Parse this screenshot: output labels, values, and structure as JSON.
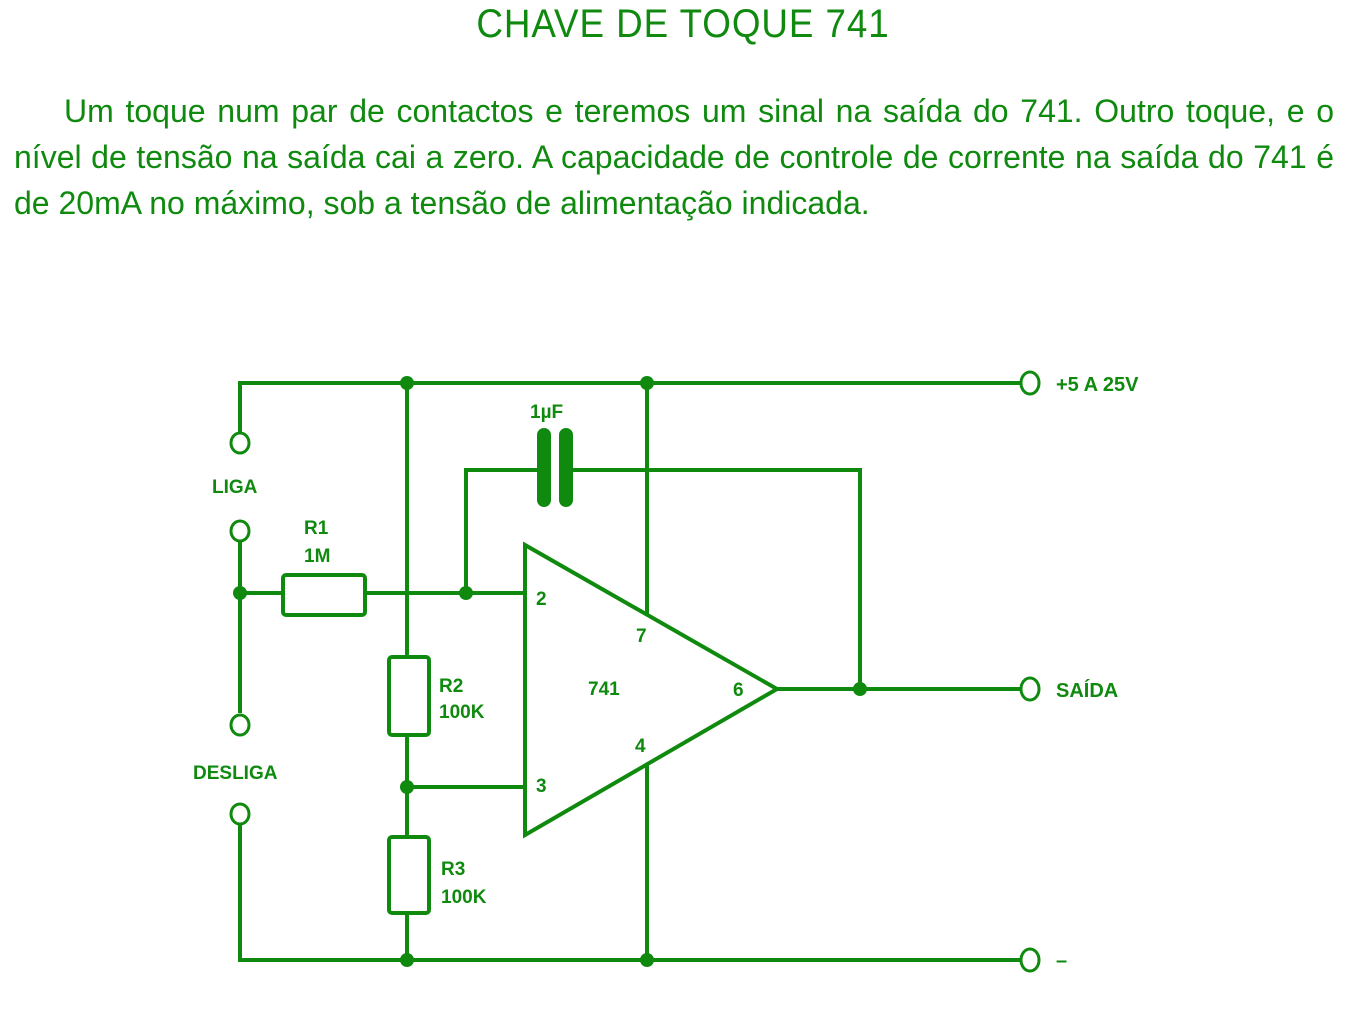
{
  "title": "CHAVE DE TOQUE 741",
  "paragraph": "Um toque num par de contactos e teremos um sinal na saída do 741. Outro toque, e o nível de tensão na saída cai a zero. A capacidade de controle de corrente na saída do 741 é de 20mA no máximo, sob a tensão de alimentação indicada.",
  "colors": {
    "ink": "#0f8a0f",
    "background": "#ffffff"
  },
  "schematic": {
    "components": {
      "r1": {
        "name": "R1",
        "value": "1M"
      },
      "r2": {
        "name": "R2",
        "value": "100K"
      },
      "r3": {
        "name": "R3",
        "value": "100K"
      },
      "c1": {
        "value": "1µF"
      },
      "opamp": {
        "name": "741",
        "pins": {
          "inv": "2",
          "noninv": "3",
          "vplus": "7",
          "vminus": "4",
          "out": "6"
        }
      }
    },
    "labels": {
      "liga": "LIGA",
      "desliga": "DESLIGA",
      "supply": "+5 A 25V",
      "output": "SAÍDA",
      "ground": "–"
    }
  }
}
